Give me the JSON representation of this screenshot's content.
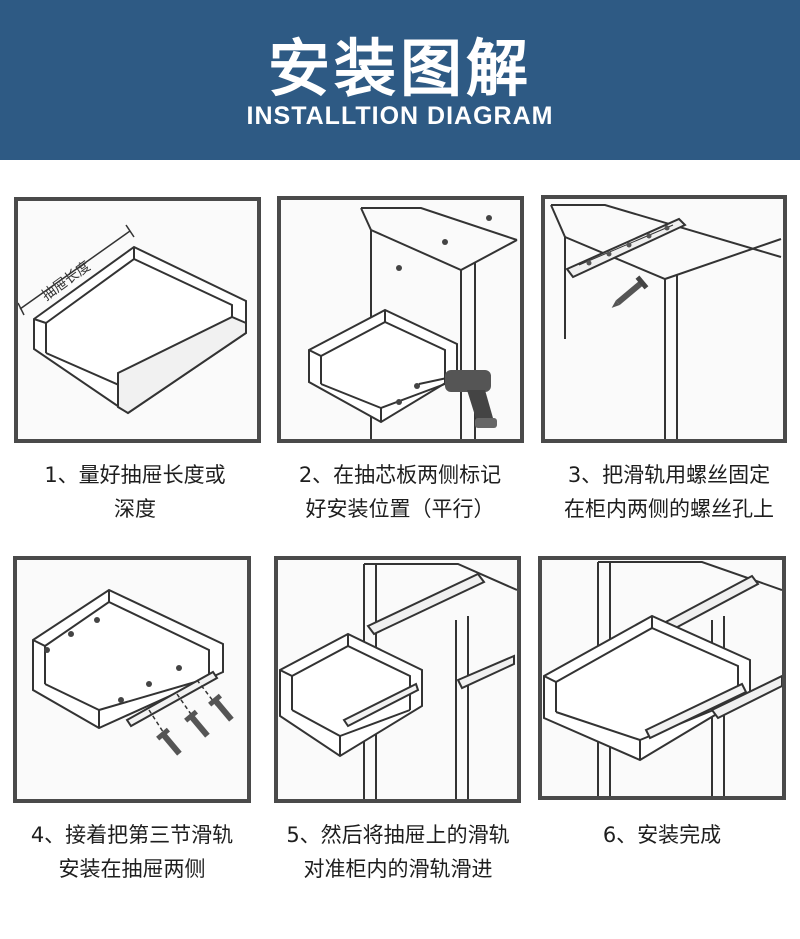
{
  "header": {
    "title": "安装图解",
    "subtitle": "INSTALLTION DIAGRAM",
    "background_color": "#2e5a84"
  },
  "steps": [
    {
      "line1": "1、量好抽屉长度或",
      "line2": "深度",
      "label": "抽屉长度"
    },
    {
      "line1": "2、在抽芯板两侧标记",
      "line2": "好安装位置（平行）"
    },
    {
      "line1": "3、把滑轨用螺丝固定",
      "line2": "在柜内两侧的螺丝孔上"
    },
    {
      "line1": "4、接着把第三节滑轨",
      "line2": "安装在抽屉两侧"
    },
    {
      "line1": "5、然后将抽屉上的滑轨",
      "line2": "对准柜内的滑轨滑进"
    },
    {
      "line1": "6、安装完成",
      "line2": ""
    }
  ]
}
